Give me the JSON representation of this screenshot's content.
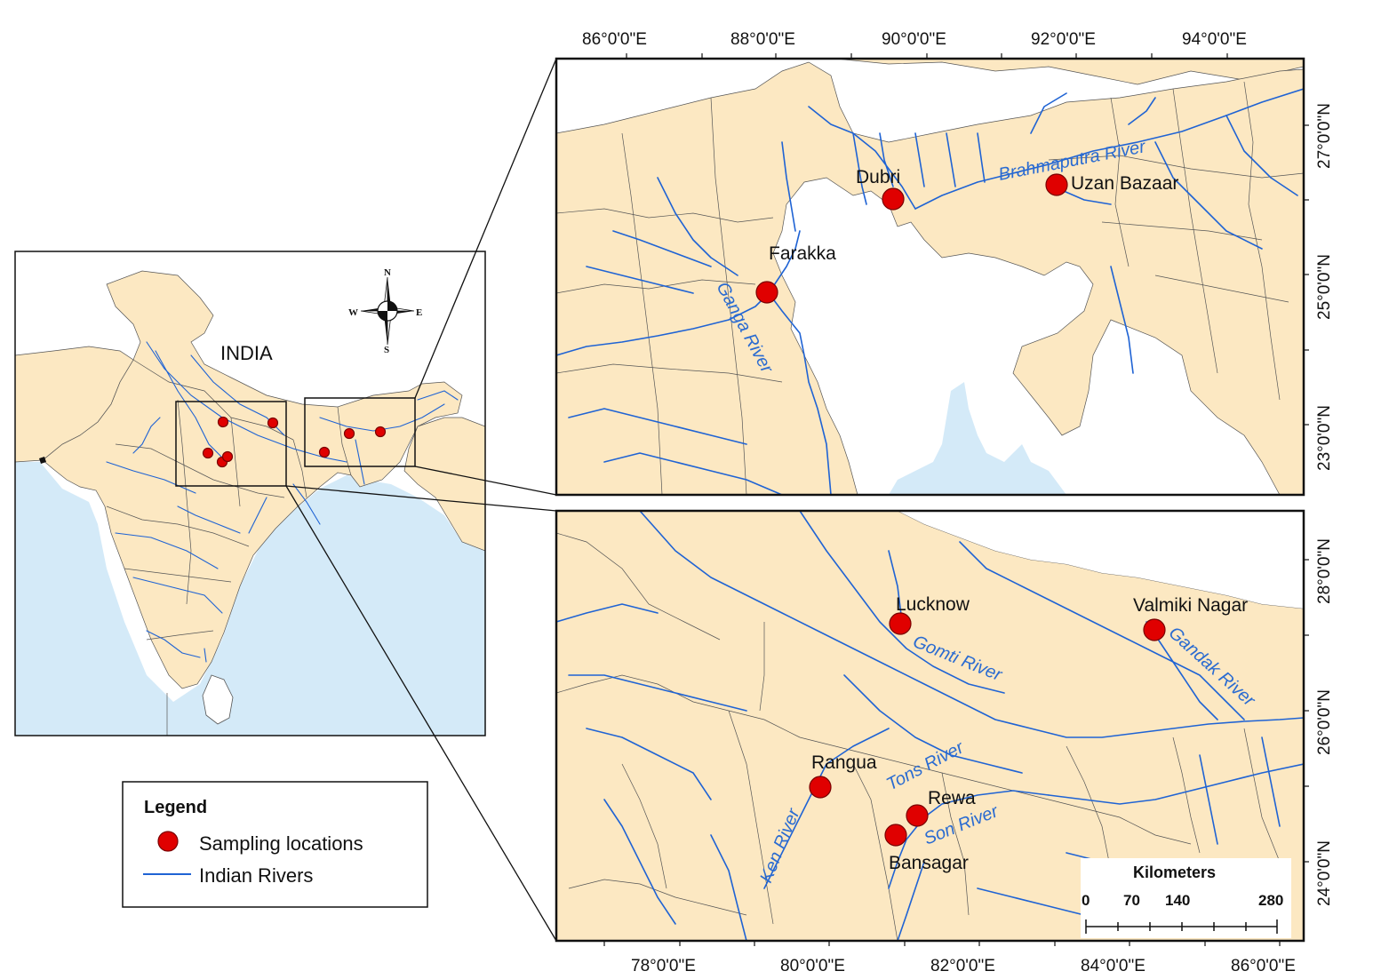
{
  "overview": {
    "country_label": "INDIA",
    "compass": {
      "n": "N",
      "s": "S",
      "e": "E",
      "w": "W"
    }
  },
  "legend": {
    "title": "Legend",
    "items": [
      {
        "label": "Sampling locations",
        "symbol": "red-circle"
      },
      {
        "label": "Indian Rivers",
        "symbol": "blue-line"
      }
    ]
  },
  "top_panel": {
    "lon_labels": [
      "86°0'0\"E",
      "88°0'0\"E",
      "90°0'0\"E",
      "92°0'0\"E",
      "94°0'0\"E"
    ],
    "lat_labels": [
      "27°0'0\"N",
      "25°0'0\"N",
      "23°0'0\"N"
    ],
    "sites": [
      "Dubri",
      "Uzan Bazaar",
      "Farakka"
    ],
    "rivers": [
      "Brahmaputra River",
      "Ganga River"
    ]
  },
  "bottom_panel": {
    "lon_labels": [
      "78°0'0\"E",
      "80°0'0\"E",
      "82°0'0\"E",
      "84°0'0\"E",
      "86°0'0\"E"
    ],
    "lat_labels": [
      "28°0'0\"N",
      "26°0'0\"N",
      "24°0'0\"N"
    ],
    "sites": [
      "Lucknow",
      "Valmiki Nagar",
      "Rangua",
      "Rewa",
      "Bansagar"
    ],
    "rivers": [
      "Gomti River",
      "Gandak River",
      "Tons River",
      "Son River",
      "Ken River"
    ]
  },
  "scalebar": {
    "title": "Kilometers",
    "labels": [
      "0",
      "70",
      "140",
      "280"
    ]
  },
  "colors": {
    "land": "#fce8c2",
    "sea": "#d4eaf8",
    "river": "#1f63d4",
    "site": "#e00000"
  }
}
